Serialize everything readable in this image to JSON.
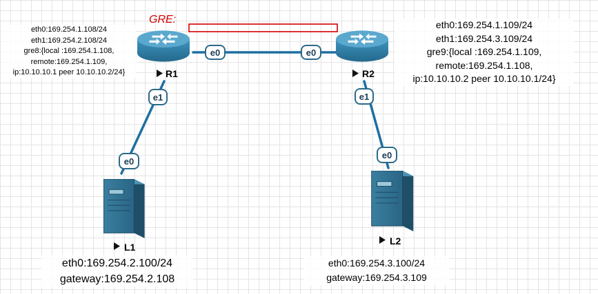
{
  "gre": {
    "label": "GRE:"
  },
  "devices": {
    "r1": {
      "name": "R1"
    },
    "r2": {
      "name": "R2"
    },
    "l1": {
      "name": "L1"
    },
    "l2": {
      "name": "L2"
    }
  },
  "ports": {
    "r1_e0": "e0",
    "r2_e0": "e0",
    "r1_e1": "e1",
    "r2_e1": "e1",
    "l1_e0": "e0",
    "l2_e0": "e0"
  },
  "notes": {
    "r1": [
      "eth0:169.254.1.108/24",
      "eth1:169.254.2.108/24",
      "gre8:{local :169.254.1.108,",
      "remote:169.254.1.109,",
      "ip:10.10.10.1 peer 10.10.10.2/24}"
    ],
    "r2": [
      "eth0:169.254.1.109/24",
      "eth1:169.254.3.109/24",
      "gre9:{local :169.254.1.109,",
      "remote:169.254.1.108,",
      "ip:10.10.10.2 peer 10.10.10.1/24}"
    ],
    "l1": [
      "eth0:169.254.2.100/24",
      "gateway:169.254.2.108"
    ],
    "l2": [
      "eth0:169.254.3.100/24",
      "gateway:169.254.3.109"
    ]
  },
  "colors": {
    "link": "#1e6fa0",
    "router_body": "#2a7fa8",
    "server_body": "#2f6f8e",
    "gre_accent": "#d40000"
  }
}
